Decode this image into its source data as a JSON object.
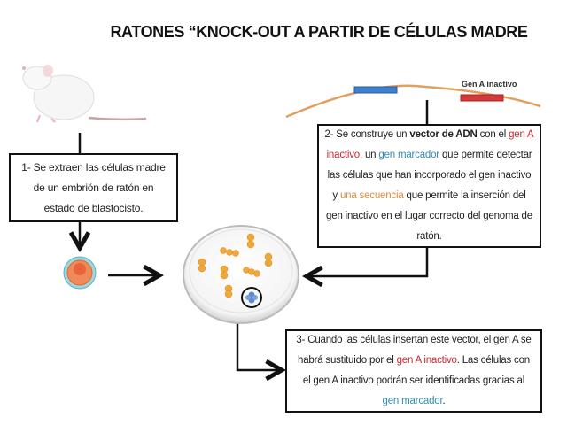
{
  "title": "RATONES “KNOCK-OUT A PARTIR DE CÉLULAS MADRE",
  "gene_label": "Gen A inactivo",
  "colors": {
    "red": "#c62b30",
    "blue": "#2e8fb3",
    "orange": "#dd8a3a",
    "dna": "#e0a060"
  },
  "step1": {
    "text": "1- Se extraen las células madre de un embrión de ratón en estado de blastocisto."
  },
  "step2": {
    "p1": "2- Se construye un",
    "bold": "vector de ADN",
    "p2": "con el",
    "red": "gen A inactivo,",
    "p3": "un",
    "blue": "gen marcador",
    "p4": "que permite detectar las células que han incorporado el gen inactivo y",
    "orange": "una secuencia",
    "p5": "que permite la inserción del gen inactivo en el lugar correcto del genoma de ratón."
  },
  "step3": {
    "p1": "3- Cuando las células insertan este vector, el gen A se habrá sustituido por el",
    "red": "gen A inactivo",
    "p2": ". Las células con el gen A inactivo podrán ser identificadas gracias al",
    "blue": "gen marcador",
    "p3": "."
  }
}
